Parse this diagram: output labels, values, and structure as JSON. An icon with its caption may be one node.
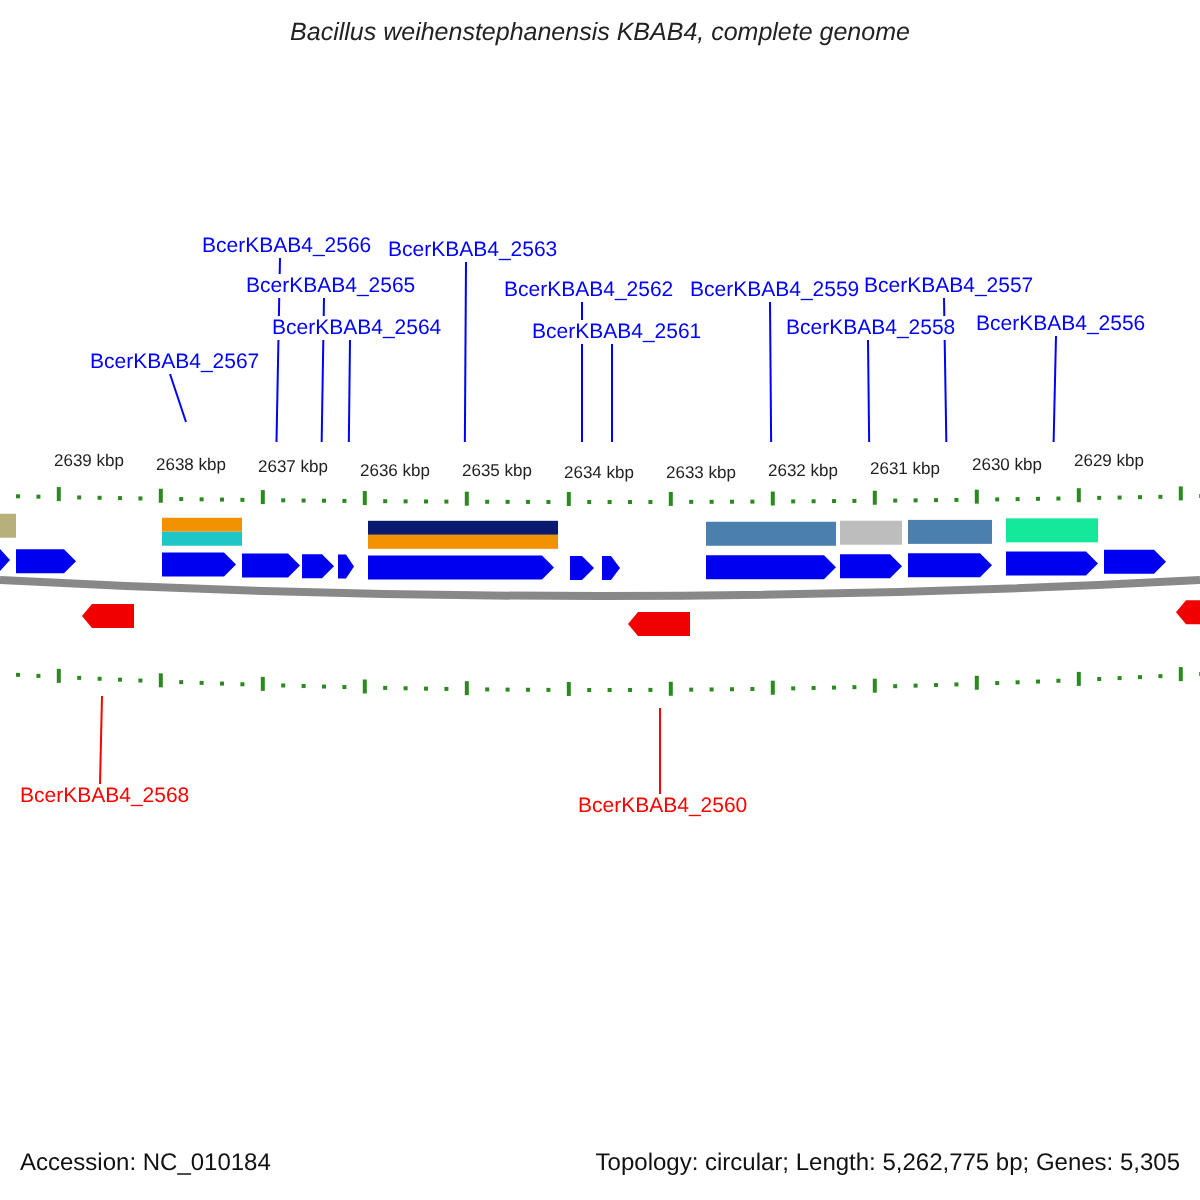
{
  "diagram": {
    "title": "Bacillus weihenstephanensis KBAB4, complete genome",
    "nodes": [
      {
        "text": [
          "BcerKBAB4_2566"
        ]
      },
      {
        "text": [
          "BcerKBAB4_2563"
        ]
      },
      {
        "text": [
          "BcerKBAB4_2565"
        ]
      },
      {
        "text": [
          "BcerKBAB4_2557"
        ]
      },
      {
        "text": [
          "BcerKBAB4_2562"
        ]
      },
      {
        "text": [
          "BcerKBAB4_2559"
        ]
      },
      {
        "text": [
          "BcerKBAB4_2556"
        ]
      },
      {
        "text": [
          "BcerKBAB4_2564"
        ]
      },
      {
        "text": [
          "BcerKBAB4_2558"
        ]
      },
      {
        "text": [
          "BcerKBAB4_2561"
        ]
      },
      {
        "text": [
          "BcerKBAB4_2567"
        ]
      },
      {
        "text": [
          "BcerKBAB4_2568"
        ]
      },
      {
        "text": [
          "BcerKBAB4_2560"
        ]
      }
    ],
    "edges": [
      {
        "from": 0,
        "to": null,
        "arrow": "none"
      },
      {
        "from": 1,
        "to": null,
        "arrow": "none"
      },
      {
        "from": 2,
        "to": null,
        "arrow": "none"
      },
      {
        "from": 3,
        "to": null,
        "arrow": "none"
      },
      {
        "from": 4,
        "to": null,
        "arrow": "none"
      },
      {
        "from": 5,
        "to": null,
        "arrow": "none"
      },
      {
        "from": 6,
        "to": null,
        "arrow": "none"
      },
      {
        "from": 7,
        "to": null,
        "arrow": "none"
      },
      {
        "from": 8,
        "to": null,
        "arrow": "none"
      },
      {
        "from": 9,
        "to": null,
        "arrow": "none"
      },
      {
        "from": 10,
        "to": null,
        "arrow": "none"
      },
      {
        "from": 11,
        "to": null,
        "arrow": "none",
        "color": "#ff0000"
      },
      {
        "from": 12,
        "to": null,
        "arrow": "none",
        "color": "#ff0000"
      }
    ],
    "labels": [
      "2639 kbp",
      "2638 kbp",
      "2637 kbp",
      "2636 kbp",
      "2635 kbp",
      "2634 kbp",
      "2633 kbp",
      "2632 kbp",
      "2631 kbp",
      "2630 kbp",
      "2629 kbp",
      "Accession: NC_010184",
      "Topology: circular; Length: 5,262,775 bp; Genes: 5,305"
    ]
  }
}
